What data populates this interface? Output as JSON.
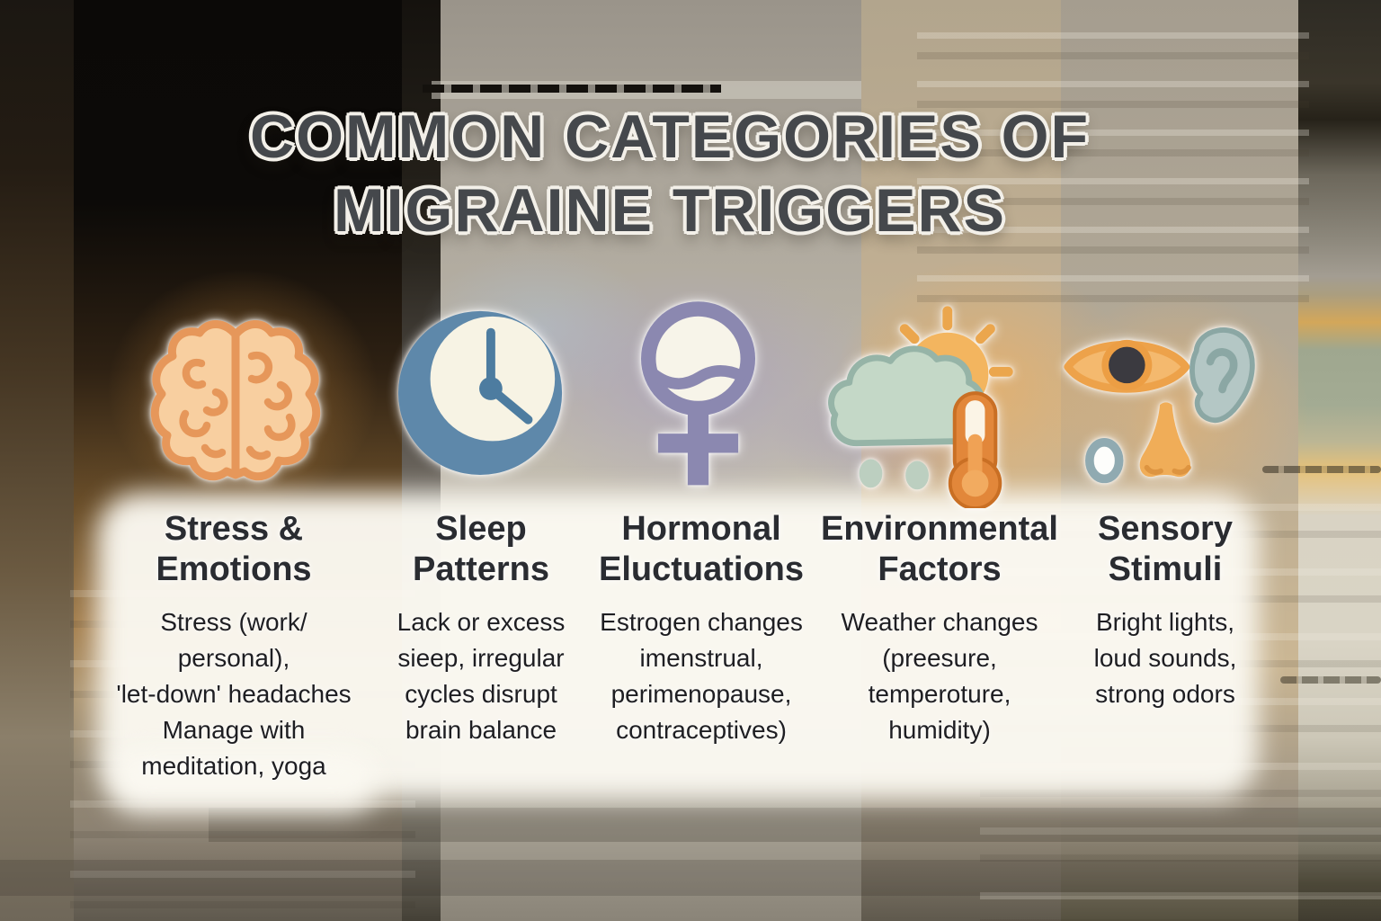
{
  "title": {
    "text": "COMMON CATEGORIES OF\nMIGRAINE TRIGGERS"
  },
  "categories": [
    {
      "icon": "brain-icon",
      "title": "Stress &\nEmotions",
      "description": "Stress (work/\npersonal),\n'let-down' headaches\nManage with\nmeditation, yoga",
      "accent_color": "#e6975a"
    },
    {
      "icon": "clock-icon",
      "title": "Sleep\nPatterns",
      "description": "Lack or excess\nsieep, irregular\ncycles disrupt\nbrain balance",
      "accent_color": "#5e88aa"
    },
    {
      "icon": "female-symbol-icon",
      "title": "Hormonal\nEluctuations",
      "description": "Estrogen changes\nimenstrual,\nperimenopause,\ncontraceptives)",
      "accent_color": "#8b88b0"
    },
    {
      "icon": "weather-icon",
      "title": "Environmental\nFactors",
      "description": "Weather changes\n(preesure,\ntemperoture,\nhumidity)",
      "accent_color": "#e1863b"
    },
    {
      "icon": "eye-ear-nose-icon",
      "title": "Sensory\nStimuli",
      "description": "Bright lights,\nloud sounds,\nstrong odors",
      "accent_color": "#f0ad58"
    }
  ],
  "colors": {
    "heading_text": "#45484c",
    "heading_outline": "#f3f0e9",
    "body_text": "#1e1e22",
    "panel_glow": "#faf8f0",
    "cloud_green": "#c4d8c7",
    "sun_orange": "#f3b55f",
    "thermometer_orange": "#e2873a"
  }
}
